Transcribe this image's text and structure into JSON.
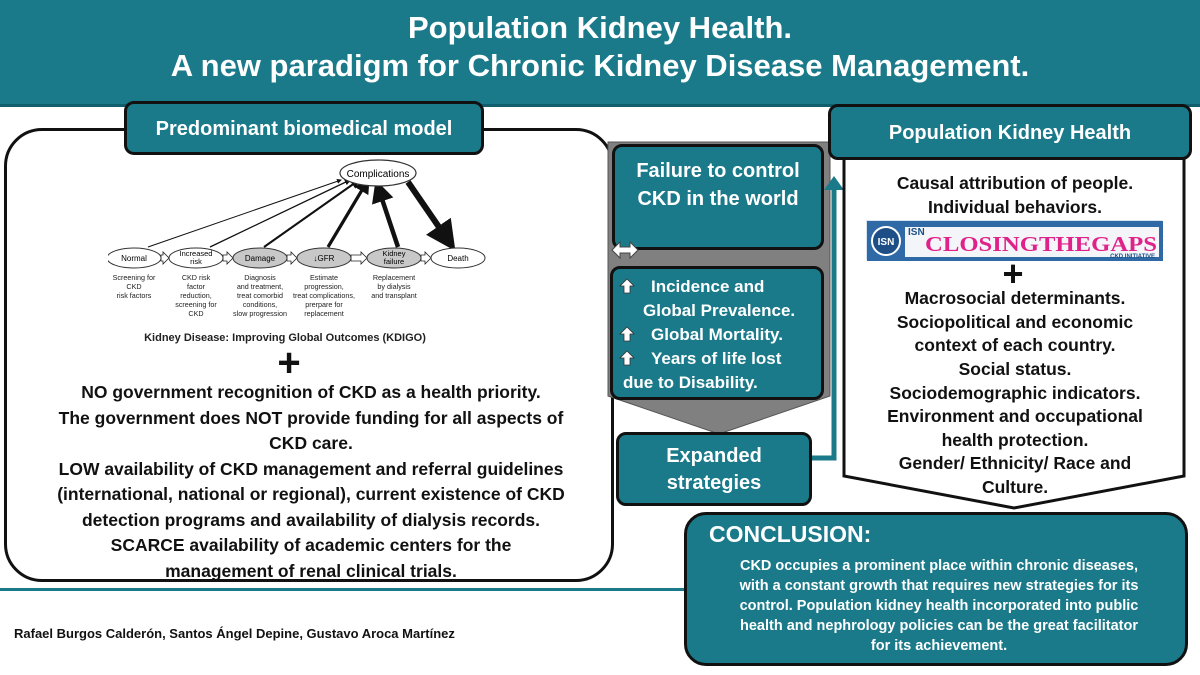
{
  "header": {
    "line1": "Population Kidney Health.",
    "line2": "A new paradigm for Chronic Kidney Disease Management."
  },
  "left": {
    "title": "Predominant biomedical model",
    "diagram": {
      "top_node": "Complications",
      "stages": [
        {
          "label": "Normal",
          "desc": [
            "Screening for",
            "CKD",
            "risk factors"
          ]
        },
        {
          "label": "Increased risk",
          "desc": [
            "CKD risk",
            "factor",
            "reduction,",
            "screening for",
            "CKD"
          ]
        },
        {
          "label": "Damage",
          "desc": [
            "Diagnosis",
            "and treatment,",
            "treat comorbid",
            "conditions,",
            "slow progression"
          ]
        },
        {
          "label": "↓GFR",
          "desc": [
            "Estimate",
            "progression,",
            "treat complications,",
            "prerpare for",
            "replacement"
          ]
        },
        {
          "label": "Kidney failure",
          "desc": [
            "Replacement",
            "by dialysis",
            "and transplant"
          ]
        },
        {
          "label": "Death",
          "desc": []
        }
      ],
      "stage_colors": {
        "light": "#ffffff",
        "shaded": "#c8c8c8"
      }
    },
    "caption": "Kidney Disease: Improving Global Outcomes (KDIGO)",
    "plus": "+",
    "lines": [
      "NO government recognition of CKD as a health priority.",
      "The government does NOT provide funding for all aspects of",
      "CKD care.",
      "LOW availability of CKD management and referral guidelines",
      "(international, national or regional), current existence of CKD",
      "detection programs and availability of dialysis records.",
      "SCARCE availability of academic centers for the",
      "management of renal clinical trials."
    ]
  },
  "center": {
    "failure_lines": [
      "Failure to control",
      "CKD in the world"
    ],
    "stats": [
      {
        "icon": "up-arrow-icon",
        "lines": [
          "Incidence and",
          "Global Prevalence."
        ]
      },
      {
        "icon": "up-arrow-icon",
        "lines": [
          "Global Mortality."
        ]
      },
      {
        "icon": "up-arrow-icon",
        "lines": [
          "Years of life lost",
          "due to Disability."
        ]
      }
    ],
    "expanded_lines": [
      "Expanded",
      "strategies"
    ]
  },
  "right": {
    "title": "Population Kidney Health",
    "top_lines": [
      "Causal attribution of people.",
      "Individual behaviors."
    ],
    "logo": {
      "org": "ISN",
      "name": "CLOSINGTHEGAPS",
      "sub": "CKD INITIATIVE"
    },
    "plus": "+",
    "lines": [
      "Macrosocial determinants.",
      "Sociopolitical  and economic",
      "context of each country.",
      "Social status.",
      "Sociodemographic indicators.",
      "Environment and occupational",
      "health protection.",
      "Gender/ Ethnicity/ Race and",
      "Culture."
    ]
  },
  "conclusion": {
    "title": "CONCLUSION:",
    "lines": [
      "CKD occupies a prominent place within chronic diseases,",
      "with a constant growth that requires new strategies for its",
      "control. Population kidney health incorporated into public",
      "health and nephrology policies can be the great facilitator",
      "for its achievement."
    ]
  },
  "authors": "Rafael Burgos Calderón, Santos Ángel Depine, Gustavo Aroca Martínez",
  "colors": {
    "teal": "#1b7a8a",
    "dark_teal": "#0f5f6c",
    "gray": "#808080",
    "logo_magenta": "#e0218a"
  }
}
